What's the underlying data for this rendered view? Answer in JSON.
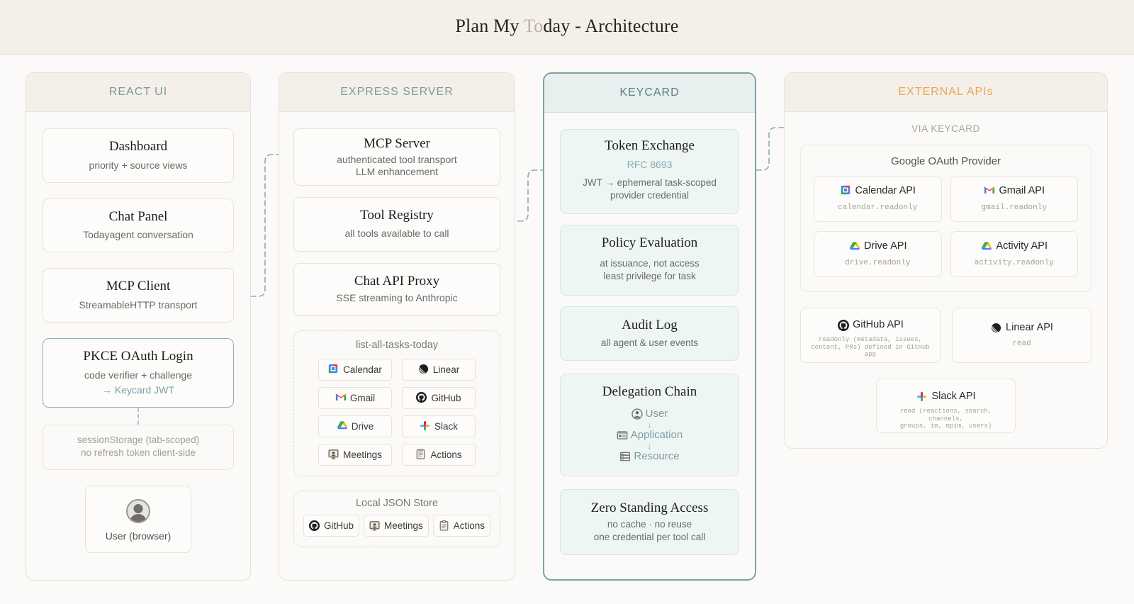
{
  "title": {
    "pre": "Plan My ",
    "highlight": "To",
    "post": "day - Architecture"
  },
  "columns": {
    "react": {
      "header": "REACT UI",
      "cards": [
        {
          "title": "Dashboard",
          "sub": "priority + source views"
        },
        {
          "title": "Chat Panel",
          "sub": "Todayagent conversation"
        },
        {
          "title": "MCP Client",
          "sub": "StreamableHTTP transport"
        },
        {
          "title": "PKCE OAuth Login",
          "sub": "code verifier + challenge",
          "link": "→ Keycard JWT"
        }
      ],
      "storage": {
        "line1": "sessionStorage (tab-scoped)",
        "line2": "no refresh token client-side"
      },
      "user": {
        "label": "User (browser)",
        "icon": "user-avatar-icon"
      }
    },
    "express": {
      "header": "EXPRESS SERVER",
      "cards": [
        {
          "title": "MCP Server",
          "sub1": "authenticated tool transport",
          "sub2": "LLM enhancement"
        },
        {
          "title": "Tool Registry",
          "sub1": "all tools available to call"
        },
        {
          "title": "Chat API Proxy",
          "sub1": "SSE streaming to Anthropic"
        }
      ],
      "tool_group": {
        "title": "list-all-tasks-today",
        "chips": [
          {
            "label": "Calendar",
            "icon": "google-calendar-icon"
          },
          {
            "label": "Linear",
            "icon": "linear-icon"
          },
          {
            "label": "Gmail",
            "icon": "gmail-icon"
          },
          {
            "label": "GitHub",
            "icon": "github-icon"
          },
          {
            "label": "Drive",
            "icon": "google-drive-icon"
          },
          {
            "label": "Slack",
            "icon": "slack-icon"
          },
          {
            "label": "Meetings",
            "icon": "meetings-icon"
          },
          {
            "label": "Actions",
            "icon": "actions-clipboard-icon"
          }
        ]
      },
      "store_group": {
        "title": "Local JSON Store",
        "chips": [
          {
            "label": "GitHub",
            "icon": "github-icon"
          },
          {
            "label": "Meetings",
            "icon": "meetings-icon"
          },
          {
            "label": "Actions",
            "icon": "actions-clipboard-icon"
          }
        ]
      }
    },
    "keycard": {
      "header": "KEYCARD",
      "cards": [
        {
          "title": "Token Exchange",
          "badge": "RFC 8693",
          "sub1": "JWT → ephemeral task-scoped",
          "sub2": "provider credential"
        },
        {
          "title": "Policy Evaluation",
          "sub1": "at issuance, not access",
          "sub2": "least privilege for task"
        },
        {
          "title": "Audit Log",
          "sub1": "all agent & user events"
        }
      ],
      "delegation": {
        "title": "Delegation Chain",
        "steps": [
          {
            "label": "User",
            "icon": "person-circle-icon"
          },
          {
            "label": "Application",
            "icon": "id-card-icon"
          },
          {
            "label": "Resource",
            "icon": "database-stack-icon"
          }
        ],
        "arrow": "↓"
      },
      "zero": {
        "title": "Zero Standing Access",
        "sub1": "no cache · no reuse",
        "sub2": "one credential per tool call"
      }
    },
    "external": {
      "header": "EXTERNAL APIs",
      "via": "VIA KEYCARD",
      "google": {
        "title": "Google OAuth Provider",
        "apis": [
          {
            "name": "Calendar API",
            "scope": "calendar.readonly",
            "icon": "google-calendar-icon"
          },
          {
            "name": "Gmail API",
            "scope": "gmail.readonly",
            "icon": "gmail-icon"
          },
          {
            "name": "Drive API",
            "scope": "drive.readonly",
            "icon": "google-drive-icon"
          },
          {
            "name": "Activity API",
            "scope": "activity.readonly",
            "icon": "google-drive-icon"
          }
        ]
      },
      "others": [
        {
          "name": "GitHub API",
          "scope1": "readonly (metadata, issues,",
          "scope2": "content, PRs) defined in GitHub app",
          "icon": "github-icon"
        },
        {
          "name": "Linear API",
          "scope1": "read",
          "scope2": "",
          "icon": "linear-icon"
        },
        {
          "name": "Slack API",
          "scope1": "read (reactions, search, channels,",
          "scope2": "groups, im, mpim, users)",
          "icon": "slack-icon"
        }
      ]
    }
  },
  "colors": {
    "page_bg": "#fbfaf8",
    "title_band": "#f4efe9",
    "header_text": "#7d9a9d",
    "keycard_accent": "#7ba3a3",
    "external_accent": "#e8a857",
    "connector": "#b9c6c6",
    "card_border": "#e6e2db"
  }
}
